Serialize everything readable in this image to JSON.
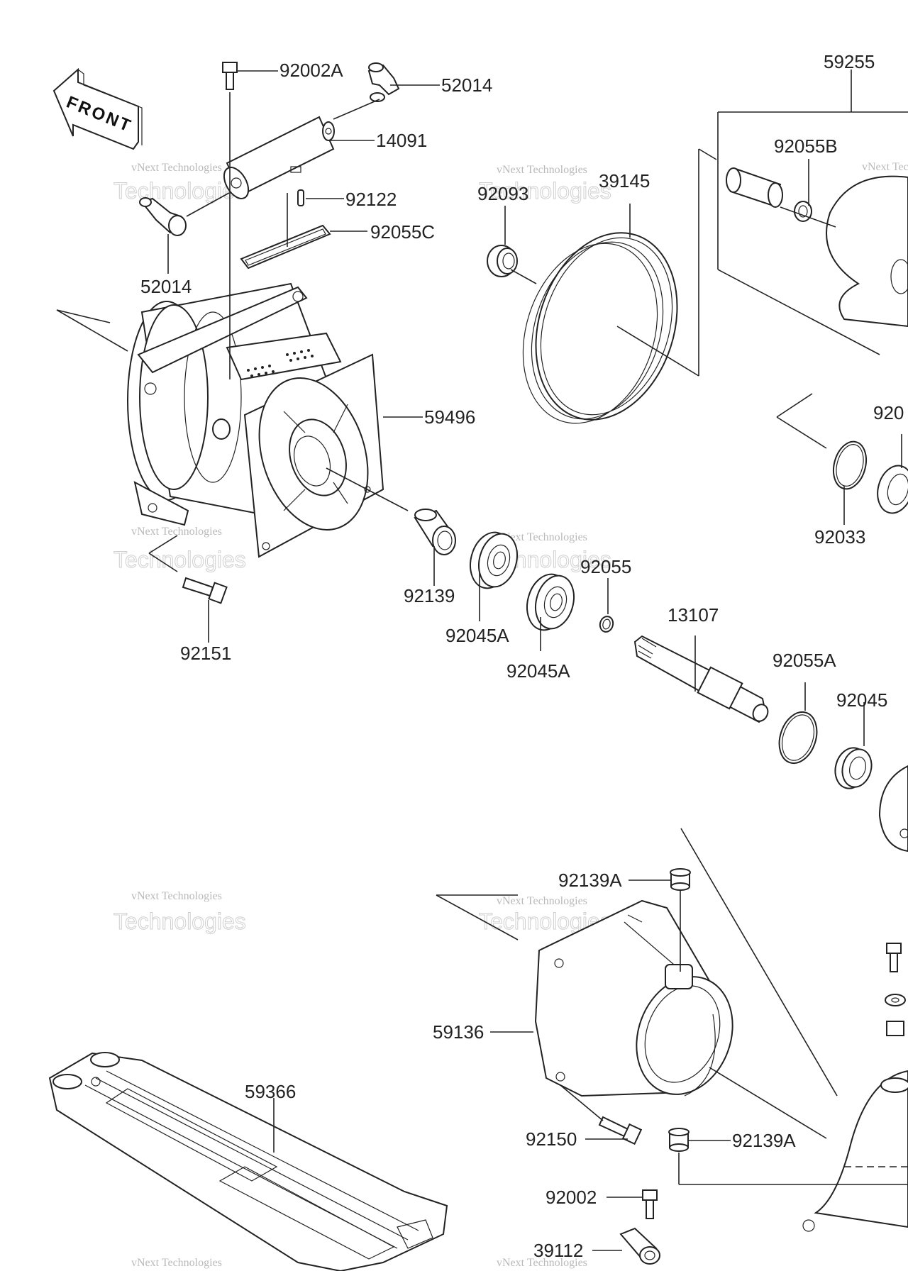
{
  "front_arrow": {
    "text": "FRONT"
  },
  "watermark": {
    "line1": "vNext Technologies",
    "line2": "Technologies"
  },
  "callouts": [
    {
      "id": "c-92002A",
      "text": "92002A"
    },
    {
      "id": "c-52014-top",
      "text": "52014"
    },
    {
      "id": "c-59255",
      "text": "59255"
    },
    {
      "id": "c-14091",
      "text": "14091"
    },
    {
      "id": "c-92055B",
      "text": "92055B"
    },
    {
      "id": "c-39145",
      "text": "39145"
    },
    {
      "id": "c-92093",
      "text": "92093"
    },
    {
      "id": "c-92122",
      "text": "92122"
    },
    {
      "id": "c-92055C",
      "text": "92055C"
    },
    {
      "id": "c-52014-left",
      "text": "52014"
    },
    {
      "id": "c-59496",
      "text": "59496"
    },
    {
      "id": "c-920-partial",
      "text": "920"
    },
    {
      "id": "c-92033",
      "text": "92033"
    },
    {
      "id": "c-92139",
      "text": "92139"
    },
    {
      "id": "c-92055",
      "text": "92055"
    },
    {
      "id": "c-92045A-1",
      "text": "92045A"
    },
    {
      "id": "c-92045A-2",
      "text": "92045A"
    },
    {
      "id": "c-92151",
      "text": "92151"
    },
    {
      "id": "c-13107",
      "text": "13107"
    },
    {
      "id": "c-92055A",
      "text": "92055A"
    },
    {
      "id": "c-92045",
      "text": "92045"
    },
    {
      "id": "c-92139A-top",
      "text": "92139A"
    },
    {
      "id": "c-59136",
      "text": "59136"
    },
    {
      "id": "c-59366",
      "text": "59366"
    },
    {
      "id": "c-92150",
      "text": "92150"
    },
    {
      "id": "c-92139A-bot",
      "text": "92139A"
    },
    {
      "id": "c-92002",
      "text": "92002"
    },
    {
      "id": "c-39112",
      "text": "39112"
    }
  ]
}
